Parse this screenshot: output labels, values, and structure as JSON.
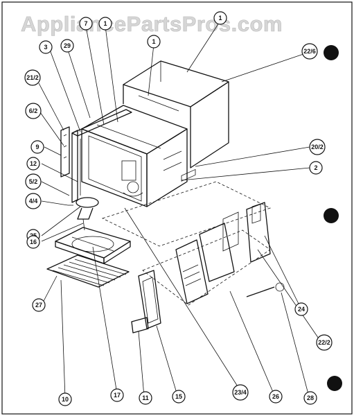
{
  "watermark": "AppliancePartsPros.com",
  "callouts": {
    "p3": "3",
    "p29": "29",
    "p7": "7",
    "p1": "1",
    "p22_6": "22/6",
    "p21_2": "21/2",
    "p6_2": "6/2",
    "p9": "9",
    "p12": "12",
    "p5_2": "5/2",
    "p4_4": "4/4",
    "p20_2": "20/2",
    "p2": "2",
    "p25": "25",
    "p16": "16",
    "p27": "27",
    "p24": "24",
    "p22_2": "22/2",
    "p10": "10",
    "p17": "17",
    "p11": "11",
    "p15": "15",
    "p23_4": "23/4",
    "p26": "26",
    "p28": "28"
  }
}
